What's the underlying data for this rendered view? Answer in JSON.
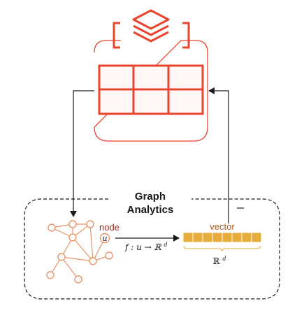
{
  "graph_box": {
    "title_line1": "Graph",
    "title_line2": "Analytics"
  },
  "graph": {
    "node_label": "node",
    "node_var": "u"
  },
  "mapping": {
    "function_label": "f : u → ℝ",
    "function_superscript": "d"
  },
  "vector": {
    "label": "vector",
    "dim_label": "ℝ",
    "dim_superscript": "d",
    "cell_count": 8
  },
  "colors": {
    "brand_red": "#e8452f",
    "table_fill": "#fdf7f5",
    "node_stroke": "#e8956a",
    "vector_fill": "#e6ad3b",
    "vector_text": "#b05a1a",
    "node_text": "#9a2a1a",
    "dark": "#1a1a1a"
  },
  "icons": {
    "logo": "stacked-layers-icon",
    "table": "table-grid-icon"
  }
}
